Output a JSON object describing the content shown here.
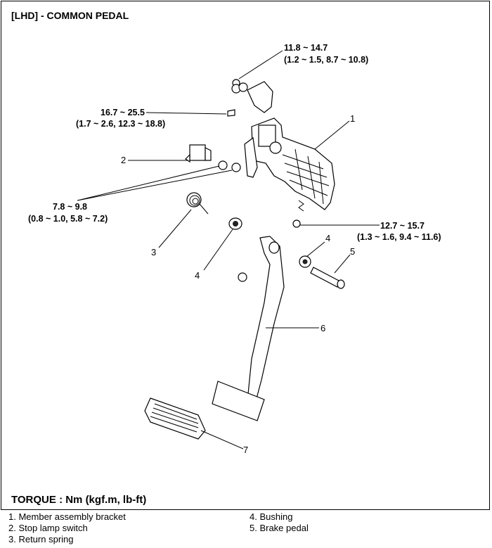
{
  "title": "[LHD] - COMMON PEDAL",
  "torque_label": "TORQUE : Nm (kgf.m, lb-ft)",
  "torque_specs": [
    {
      "line1": "11.8 ~ 14.7",
      "line2": "(1.2 ~ 1.5, 8.7 ~ 10.8)"
    },
    {
      "line1": "16.7 ~ 25.5",
      "line2": "(1.7 ~ 2.6, 12.3 ~ 18.8)"
    },
    {
      "line1": "7.8 ~ 9.8",
      "line2": "(0.8 ~ 1.0, 5.8 ~ 7.2)"
    },
    {
      "line1": "12.7 ~ 15.7",
      "line2": "(1.3 ~ 1.6, 9.4 ~ 11.6)"
    }
  ],
  "callouts": [
    "1",
    "2",
    "3",
    "4",
    "4",
    "5",
    "6",
    "7"
  ],
  "legend_left": [
    "1. Member assembly bracket",
    "2. Stop lamp switch",
    "3. Return spring"
  ],
  "legend_right": [
    "4. Bushing",
    "5. Brake pedal"
  ]
}
